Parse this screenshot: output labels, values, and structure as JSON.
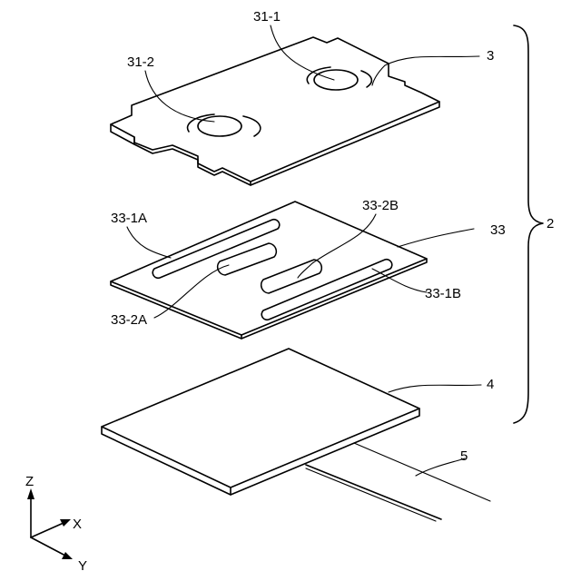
{
  "labels": {
    "plate": "3",
    "hole_1": "31-1",
    "hole_2": "31-2",
    "sheet": "33",
    "slit_1a": "33-1A",
    "slit_1b": "33-1B",
    "slit_2a": "33-2A",
    "slit_2b": "33-2B",
    "base": "4",
    "cable": "5",
    "assembly": "2"
  },
  "axes": {
    "z": "Z",
    "x": "X",
    "y": "Y"
  }
}
